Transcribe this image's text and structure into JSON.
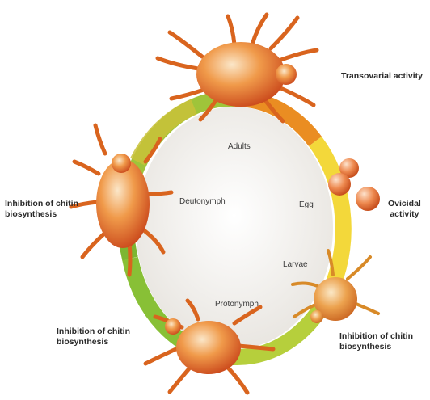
{
  "stages": {
    "adults": "Adults",
    "deutonymph": "Deutonymph",
    "egg": "Egg",
    "larvae": "Larvae",
    "protonymph": "Protonymph"
  },
  "activities": {
    "transovarial": "Transovarial activity",
    "ovicidal_line1": "Ovicidal",
    "ovicidal_line2": "activity",
    "chitin_left_line1": "Inhibition of chitin",
    "chitin_left_line2": "biosynthesis",
    "chitin_bottom_left_line1": "Inhibition of chitin",
    "chitin_bottom_left_line2": "biosynthesis",
    "chitin_bottom_right_line1": "Inhibition of chitin",
    "chitin_bottom_right_line2": "biosynthesis"
  },
  "colors": {
    "ring_top": "#e8841c",
    "ring_right": "#f2d434",
    "ring_bottom": "#8cc23a",
    "ring_left": "#7eb832",
    "inner_fill": "#f3f1ee",
    "mite_body": "#e06a22",
    "mite_legs": "#d9641e",
    "egg": "#e77a3e"
  },
  "icons": {
    "adult_mite": "mite-adult-icon",
    "egg_cluster": "egg-cluster-icon",
    "larva_mite": "mite-larva-icon",
    "protonymph_mite": "mite-protonymph-icon",
    "deutonymph_mite": "mite-deutonymph-icon"
  }
}
